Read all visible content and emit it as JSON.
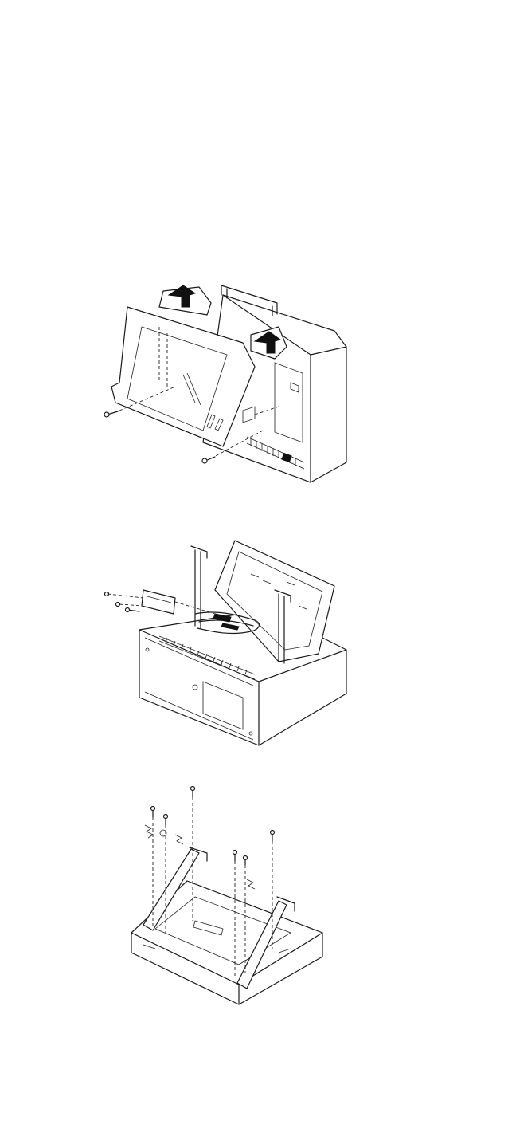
{
  "figures": [
    {
      "icon": "screen-hinge-cover-removal-illustration"
    },
    {
      "icon": "display-cable-disconnect-illustration"
    },
    {
      "icon": "hinge-bracket-screws-illustration"
    }
  ]
}
